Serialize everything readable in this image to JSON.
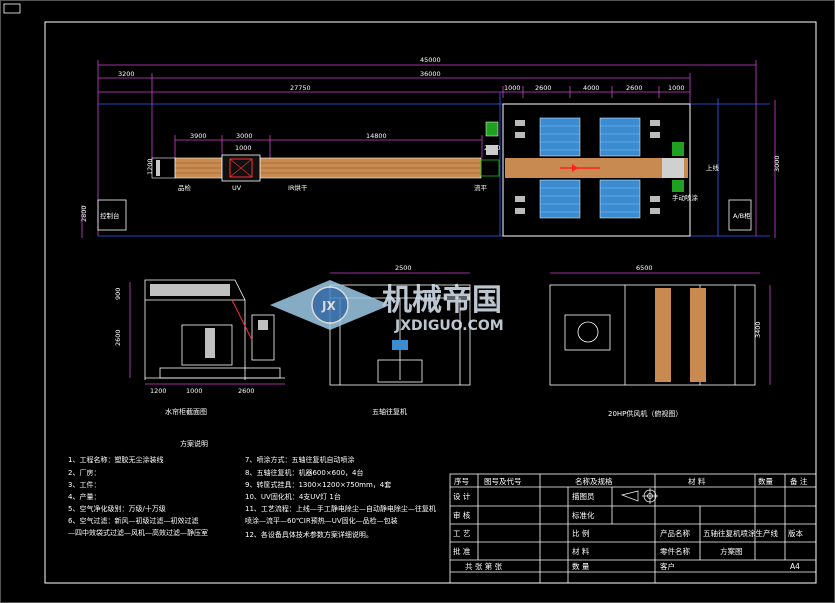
{
  "top_plan": {
    "dims": [
      "45000",
      "3200",
      "36000",
      "27750",
      "1000",
      "2600",
      "4000",
      "2600",
      "1000",
      "3000",
      "1000",
      "3900",
      "14800",
      "3000",
      "2900"
    ],
    "left_dims": [
      "1200",
      "2800"
    ],
    "labels": {
      "pinjian": "品检",
      "uv": "UV",
      "ir": "IR烘干",
      "liuping": "流平",
      "control": "控制台",
      "shangjian": "上线",
      "shoudong": "手动喷涂",
      "air": "A/B柜"
    }
  },
  "elevations": {
    "left": {
      "title": "水帘柜截面图",
      "dims": [
        "900",
        "2600",
        "1200",
        "1000",
        "2600"
      ]
    },
    "middle": {
      "title": "五轴往复机",
      "dims": [
        "2500"
      ]
    },
    "right": {
      "title": "20HP供风机（俯视图）",
      "dims": [
        "6500",
        "3400"
      ]
    }
  },
  "watermark": {
    "cn": "机械帝国",
    "en": "JXDIGUO.COM"
  },
  "notes": {
    "heading": "方案说明",
    "items": [
      "1、工程名称：塑胶无尘涂装线",
      "2、厂房：",
      "3、工件：",
      "4、产量：",
      "5、空气净化级别：万级/十万级",
      "6、空气过滤：新风—初级过滤—初效过滤",
      "  —四中效袋式过滤—风机—高效过滤—静压室",
      "7、喷涂方式：五轴往复机自动喷涂",
      "8、五轴往复机：机器600×600，4台",
      "9、转筐式挂具：1300×1200×750mm，4套",
      "10、UV固化机：4支UV灯  1台",
      "11、工艺流程：上线—手工静电除尘—自动静电除尘—往复机",
      "   喷涂—流平—60℃IR预热—UV固化—品检—包装",
      "12、各设备具体技术参数方案详细说明。"
    ]
  },
  "title_block": {
    "header": [
      "序号",
      "图号及代号",
      "名称及规格",
      "材  料",
      "数量",
      "备  注"
    ],
    "rows": [
      [
        "设  计",
        "",
        "描图员",
        ""
      ],
      [
        "审  核",
        "",
        "标准化",
        ""
      ],
      [
        "工  艺",
        "",
        "比  例",
        ""
      ],
      [
        "批  准",
        "",
        "材  料",
        ""
      ]
    ],
    "product_label": "产品名称",
    "product_value": "五轴往复机喷涂生产线",
    "version": "版本",
    "part_label": "零件名称",
    "part_value": "方案图",
    "customer_label": "客户",
    "quantity_label": "数  量",
    "paper": "A4",
    "footer": "共  张  第  张"
  }
}
